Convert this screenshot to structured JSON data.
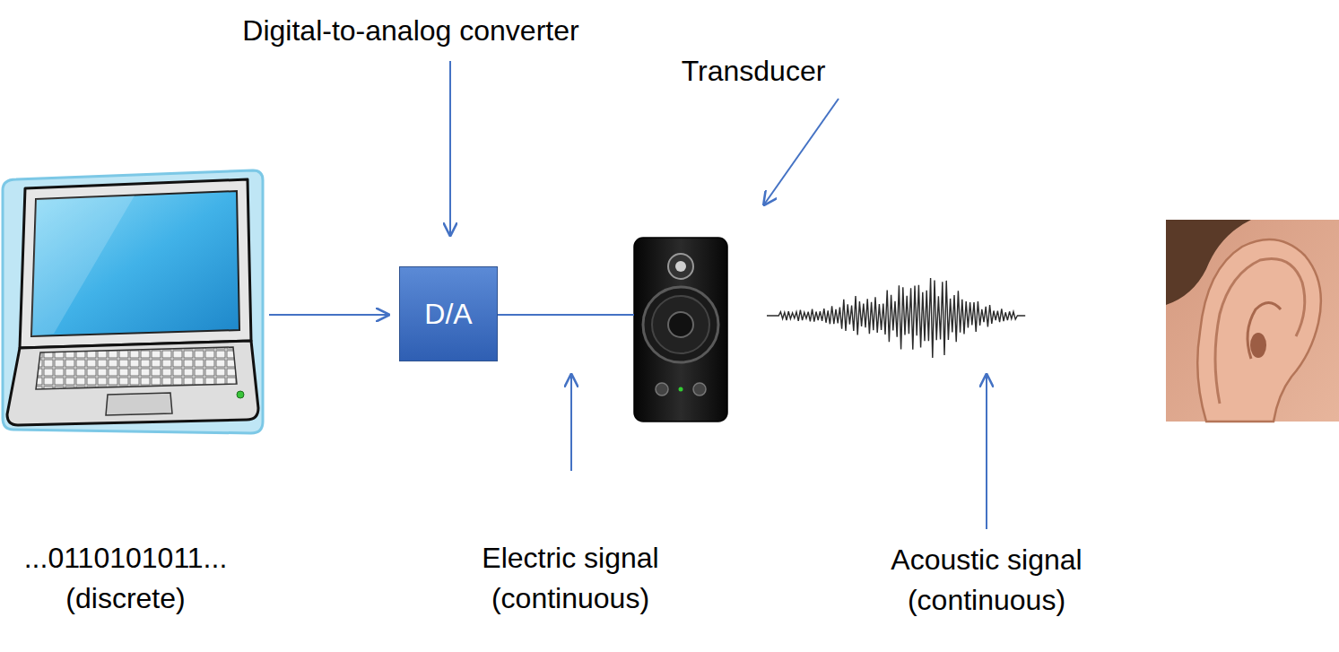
{
  "diagram": {
    "nodes": [
      {
        "text": [
          "D/A"
        ]
      }
    ],
    "labels": [
      "Digital-to-analog converter",
      "Transducer",
      "...0110101011... (discrete)",
      "Electric signal (continuous)",
      "Acoustic signal (continuous)"
    ]
  }
}
